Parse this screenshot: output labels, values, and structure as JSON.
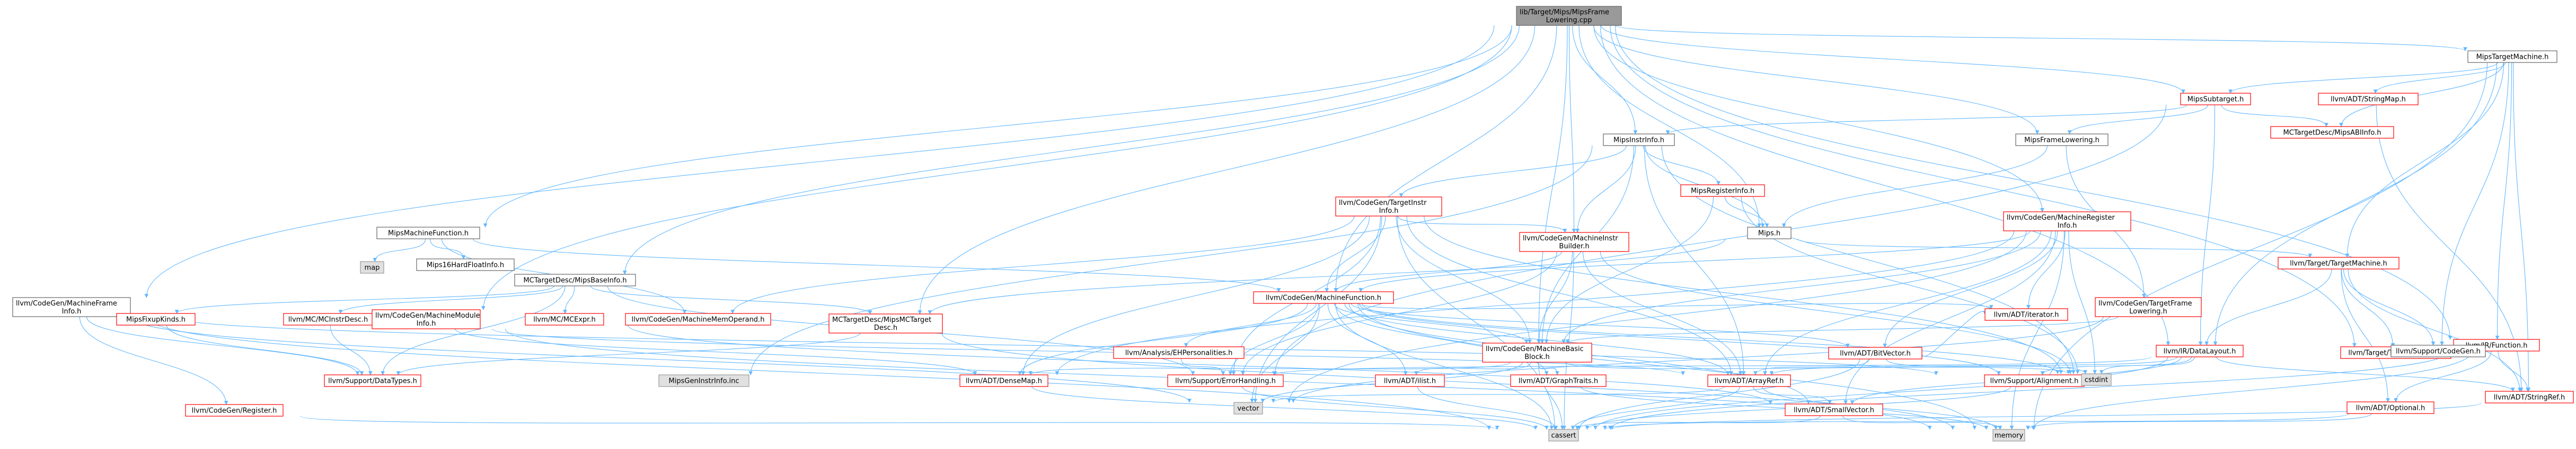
{
  "colors": {
    "edge": "#63b8ff",
    "red_edge": "#ff0000",
    "red_text": "#b22222",
    "node_border": "#666666",
    "root_fill": "#999999",
    "grey_fill": "#e0e0e0",
    "white_fill": "#ffffff",
    "text": "#000000",
    "red_border": "#ff0000",
    "grey_border": "#999999"
  },
  "nodes": [
    {
      "id": "root",
      "label": "lib/Target/Mips/MipsFrame\nLowering.cpp",
      "style": "root"
    },
    {
      "id": "tm",
      "label": "MipsTargetMachine.h",
      "style": "normal"
    },
    {
      "id": "subt",
      "label": "MipsSubtarget.h",
      "style": "red"
    },
    {
      "id": "strmap",
      "label": "llvm/ADT/StringMap.h",
      "style": "red"
    },
    {
      "id": "abiinfo",
      "label": "MCTargetDesc/MipsABIInfo.h",
      "style": "red"
    },
    {
      "id": "instrinfo",
      "label": "MipsInstrInfo.h",
      "style": "normal"
    },
    {
      "id": "framelow",
      "label": "MipsFrameLowering.h",
      "style": "normal"
    },
    {
      "id": "mregs",
      "label": "llvm/CodeGen/MachineRegister\nInfo.h",
      "style": "red"
    },
    {
      "id": "tgtmachine",
      "label": "llvm/Target/TargetMachine.h",
      "style": "red"
    },
    {
      "id": "func",
      "label": "llvm/IR/Function.h",
      "style": "red"
    },
    {
      "id": "mfi",
      "label": "MipsMachineFunction.h",
      "style": "normal"
    },
    {
      "id": "mbaseinfo",
      "label": "MCTargetDesc/MipsBaseInfo.h",
      "style": "normal"
    },
    {
      "id": "tii",
      "label": "llvm/CodeGen/TargetInstr\nInfo.h",
      "style": "red"
    },
    {
      "id": "reginfo",
      "label": "MipsRegisterInfo.h",
      "style": "red"
    },
    {
      "id": "mips",
      "label": "Mips.h",
      "style": "normal"
    },
    {
      "id": "mib",
      "label": "llvm/CodeGen/MachineInstr\nBuilder.h",
      "style": "red"
    },
    {
      "id": "tfl",
      "label": "llvm/CodeGen/TargetFrame\nLowering.h",
      "style": "red"
    },
    {
      "id": "map",
      "label": "map",
      "style": "grey"
    },
    {
      "id": "hardfloat",
      "label": "Mips16HardFloatInfo.h",
      "style": "normal"
    },
    {
      "id": "mframeinfo",
      "label": "llvm/CodeGen/MachineFrame\nInfo.h",
      "style": "normal"
    },
    {
      "id": "fixupkinds",
      "label": "MipsFixupKinds.h",
      "style": "red"
    },
    {
      "id": "mcinstrdesc",
      "label": "llvm/MC/MCInstrDesc.h",
      "style": "red"
    },
    {
      "id": "mmodinfo",
      "label": "llvm/CodeGen/MachineModule\nInfo.h",
      "style": "red"
    },
    {
      "id": "mcexpr",
      "label": "llvm/MC/MCExpr.h",
      "style": "red"
    },
    {
      "id": "mmemop",
      "label": "llvm/CodeGen/MachineMemOperand.h",
      "style": "red"
    },
    {
      "id": "mctdesc",
      "label": "MCTargetDesc/MipsMCTarget\nDesc.h",
      "style": "red"
    },
    {
      "id": "mf",
      "label": "llvm/CodeGen/MachineFunction.h",
      "style": "red"
    },
    {
      "id": "ehpers",
      "label": "llvm/Analysis/EHPersonalities.h",
      "style": "red"
    },
    {
      "id": "mbb",
      "label": "llvm/CodeGen/MachineBasic\nBlock.h",
      "style": "red"
    },
    {
      "id": "bitvec",
      "label": "llvm/ADT/BitVector.h",
      "style": "red"
    },
    {
      "id": "iterator",
      "label": "llvm/ADT/iterator.h",
      "style": "red"
    },
    {
      "id": "tgtopts",
      "label": "llvm/Target/TargetOptions.h",
      "style": "red"
    },
    {
      "id": "datalayout",
      "label": "llvm/IR/DataLayout.h",
      "style": "red"
    },
    {
      "id": "supcg",
      "label": "llvm/Support/CodeGen.h",
      "style": "normal"
    },
    {
      "id": "strref",
      "label": "llvm/ADT/StringRef.h",
      "style": "red"
    },
    {
      "id": "cgreg",
      "label": "llvm/CodeGen/Register.h",
      "style": "red"
    },
    {
      "id": "datatypes",
      "label": "llvm/Support/DataTypes.h",
      "style": "red"
    },
    {
      "id": "genins",
      "label": "MipsGenInstrInfo.inc",
      "style": "grey"
    },
    {
      "id": "densemap",
      "label": "llvm/ADT/DenseMap.h",
      "style": "red"
    },
    {
      "id": "errh",
      "label": "llvm/Support/ErrorHandling.h",
      "style": "red"
    },
    {
      "id": "ilist",
      "label": "llvm/ADT/ilist.h",
      "style": "red"
    },
    {
      "id": "graphtraits",
      "label": "llvm/ADT/GraphTraits.h",
      "style": "red"
    },
    {
      "id": "arrayref",
      "label": "llvm/ADT/ArrayRef.h",
      "style": "red"
    },
    {
      "id": "align",
      "label": "llvm/Support/Alignment.h",
      "style": "red"
    },
    {
      "id": "cstdint",
      "label": "cstdint",
      "style": "grey"
    },
    {
      "id": "smallvec",
      "label": "llvm/ADT/SmallVector.h",
      "style": "red"
    },
    {
      "id": "optional",
      "label": "llvm/ADT/Optional.h",
      "style": "red"
    },
    {
      "id": "vector",
      "label": "vector",
      "style": "grey"
    },
    {
      "id": "cassert",
      "label": "cassert",
      "style": "grey"
    },
    {
      "id": "memory",
      "label": "memory",
      "style": "grey"
    }
  ],
  "edges": [
    [
      "root",
      "tm"
    ],
    [
      "root",
      "subt"
    ],
    [
      "root",
      "instrinfo"
    ],
    [
      "root",
      "framelow"
    ],
    [
      "root",
      "mregs"
    ],
    [
      "root",
      "mfi"
    ],
    [
      "root",
      "mbaseinfo"
    ],
    [
      "root",
      "mib"
    ],
    [
      "root",
      "mf"
    ],
    [
      "root",
      "mframeinfo"
    ],
    [
      "root",
      "mctdesc"
    ],
    [
      "root",
      "mips"
    ],
    [
      "root",
      "tgtopts"
    ],
    [
      "root",
      "datalayout"
    ],
    [
      "root",
      "func"
    ],
    [
      "root",
      "mmodinfo"
    ],
    [
      "root",
      "mbb"
    ],
    [
      "tm",
      "subt"
    ],
    [
      "tm",
      "strmap"
    ],
    [
      "tm",
      "abiinfo"
    ],
    [
      "tm",
      "tgtmachine"
    ],
    [
      "tm",
      "supcg"
    ],
    [
      "tm",
      "func"
    ],
    [
      "tm",
      "datalayout"
    ],
    [
      "tm",
      "strref"
    ],
    [
      "tm",
      "memory"
    ],
    [
      "subt",
      "instrinfo"
    ],
    [
      "subt",
      "framelow"
    ],
    [
      "subt",
      "abiinfo"
    ],
    [
      "subt",
      "datalayout"
    ],
    [
      "subt",
      "errh"
    ],
    [
      "strmap",
      "strref"
    ],
    [
      "instrinfo",
      "tii"
    ],
    [
      "instrinfo",
      "reginfo"
    ],
    [
      "instrinfo",
      "mips"
    ],
    [
      "instrinfo",
      "mib"
    ],
    [
      "instrinfo",
      "mbb"
    ],
    [
      "instrinfo",
      "arrayref"
    ],
    [
      "instrinfo",
      "cstdint"
    ],
    [
      "instrinfo",
      "genins"
    ],
    [
      "framelow",
      "mips"
    ],
    [
      "framelow",
      "tfl"
    ],
    [
      "mregs",
      "mf"
    ],
    [
      "mregs",
      "mbb"
    ],
    [
      "mregs",
      "bitvec"
    ],
    [
      "mregs",
      "iterator"
    ],
    [
      "mregs",
      "arrayref"
    ],
    [
      "mregs",
      "smallvec"
    ],
    [
      "mregs",
      "cstdint"
    ],
    [
      "mregs",
      "vector"
    ],
    [
      "mregs",
      "memory"
    ],
    [
      "mregs",
      "densemap"
    ],
    [
      "tgtmachine",
      "datalayout"
    ],
    [
      "tgtmachine",
      "tgtopts"
    ],
    [
      "tgtmachine",
      "supcg"
    ],
    [
      "tgtmachine",
      "strref"
    ],
    [
      "tgtmachine",
      "optional"
    ],
    [
      "func",
      "strref"
    ],
    [
      "func",
      "cassert"
    ],
    [
      "func",
      "memory"
    ],
    [
      "func",
      "optional"
    ],
    [
      "mfi",
      "map"
    ],
    [
      "mfi",
      "hardfloat"
    ],
    [
      "mfi",
      "mf"
    ],
    [
      "mfi",
      "mmemop"
    ],
    [
      "mbaseinfo",
      "fixupkinds"
    ],
    [
      "mbaseinfo",
      "mctdesc"
    ],
    [
      "mbaseinfo",
      "mcexpr"
    ],
    [
      "mbaseinfo",
      "mcinstrdesc"
    ],
    [
      "mbaseinfo",
      "errh"
    ],
    [
      "mbaseinfo",
      "datatypes"
    ],
    [
      "tii",
      "mf"
    ],
    [
      "tii",
      "mib"
    ],
    [
      "tii",
      "mbb"
    ],
    [
      "tii",
      "arrayref"
    ],
    [
      "tii",
      "densemap"
    ],
    [
      "tii",
      "errh"
    ],
    [
      "tii",
      "cassert"
    ],
    [
      "tii",
      "cstdint"
    ],
    [
      "tii",
      "mmemop"
    ],
    [
      "tii",
      "vector"
    ],
    [
      "reginfo",
      "mips"
    ],
    [
      "reginfo",
      "mbb"
    ],
    [
      "reginfo",
      "cstdint"
    ],
    [
      "mips",
      "tgtmachine"
    ],
    [
      "mips",
      "mctdesc"
    ],
    [
      "mib",
      "mf"
    ],
    [
      "mib",
      "mbb"
    ],
    [
      "mib",
      "arrayref"
    ],
    [
      "mib",
      "cassert"
    ],
    [
      "mib",
      "cstdint"
    ],
    [
      "mib",
      "errh"
    ],
    [
      "tfl",
      "mbb"
    ],
    [
      "tfl",
      "vector"
    ],
    [
      "mframeinfo",
      "cgreg"
    ],
    [
      "mframeinfo",
      "align"
    ],
    [
      "mframeinfo",
      "datatypes"
    ],
    [
      "mframeinfo",
      "cassert"
    ],
    [
      "mframeinfo",
      "vector"
    ],
    [
      "mctdesc",
      "datatypes"
    ],
    [
      "mctdesc",
      "memory"
    ],
    [
      "mf",
      "ehpers"
    ],
    [
      "mf",
      "mbb"
    ],
    [
      "mf",
      "bitvec"
    ],
    [
      "mf",
      "iterator"
    ],
    [
      "mf",
      "densemap"
    ],
    [
      "mf",
      "ilist"
    ],
    [
      "mf",
      "graphtraits"
    ],
    [
      "mf",
      "arrayref"
    ],
    [
      "mf",
      "align"
    ],
    [
      "mf",
      "errh"
    ],
    [
      "mf",
      "smallvec"
    ],
    [
      "mf",
      "cassert"
    ],
    [
      "mf",
      "cstdint"
    ],
    [
      "mf",
      "memory"
    ],
    [
      "mf",
      "vector"
    ],
    [
      "mmodinfo",
      "densemap"
    ],
    [
      "mmodinfo",
      "memory"
    ],
    [
      "mmodinfo",
      "arrayref"
    ],
    [
      "mcexpr",
      "smallvec"
    ],
    [
      "mcinstrdesc",
      "datatypes"
    ],
    [
      "fixupkinds",
      "datatypes"
    ],
    [
      "ehpers",
      "errh"
    ],
    [
      "mbb",
      "ilist"
    ],
    [
      "mbb",
      "graphtraits"
    ],
    [
      "mbb",
      "cassert"
    ],
    [
      "mbb",
      "cstdint"
    ],
    [
      "mbb",
      "vector"
    ],
    [
      "mbb",
      "densemap"
    ],
    [
      "bitvec",
      "arrayref"
    ],
    [
      "bitvec",
      "cassert"
    ],
    [
      "bitvec",
      "cstdint"
    ],
    [
      "bitvec",
      "iterator"
    ],
    [
      "datalayout",
      "arrayref"
    ],
    [
      "datalayout",
      "align"
    ],
    [
      "datalayout",
      "smallvec"
    ],
    [
      "datalayout",
      "strref"
    ],
    [
      "datalayout",
      "cassert"
    ],
    [
      "datalayout",
      "cstdint"
    ],
    [
      "datalayout",
      "errh"
    ],
    [
      "strref",
      "cassert"
    ],
    [
      "optional",
      "cassert"
    ],
    [
      "optional",
      "memory"
    ],
    [
      "densemap",
      "cassert"
    ],
    [
      "ilist",
      "cassert"
    ],
    [
      "arrayref",
      "smallvec"
    ],
    [
      "arrayref",
      "cassert"
    ],
    [
      "arrayref",
      "vector"
    ],
    [
      "arrayref",
      "memory"
    ],
    [
      "smallvec",
      "cassert"
    ],
    [
      "smallvec",
      "memory"
    ],
    [
      "align",
      "cassert"
    ],
    [
      "cgreg",
      "cassert"
    ],
    [
      "errh",
      "cassert"
    ],
    [
      "graphtraits",
      "memory"
    ]
  ]
}
